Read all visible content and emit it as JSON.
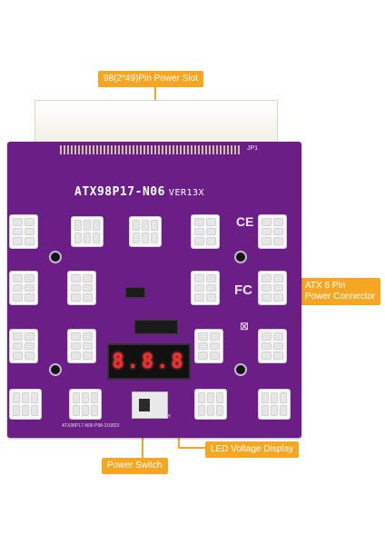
{
  "callouts": {
    "power_slot": "98(2*49)Pin Power Slot",
    "atx_line1": "ATX 6 Pin",
    "atx_line2": "Power Connector",
    "power_switch": "Power Switch",
    "led_display": "LED Voltage Display"
  },
  "board": {
    "model": "ATX98P17-N06",
    "version": "VER13X",
    "jumper_label": "JP1",
    "led_readout": "8.8.8",
    "switch_label": "KEY",
    "pcb_text": "ATX98P17-N06 P98-210823",
    "marks": [
      "CE",
      "FC",
      "WEEE"
    ]
  },
  "colors": {
    "board": "#6b1f86",
    "callout": "#f5a623",
    "connector": "#f7f7f7",
    "led": "#ff2a2a"
  }
}
